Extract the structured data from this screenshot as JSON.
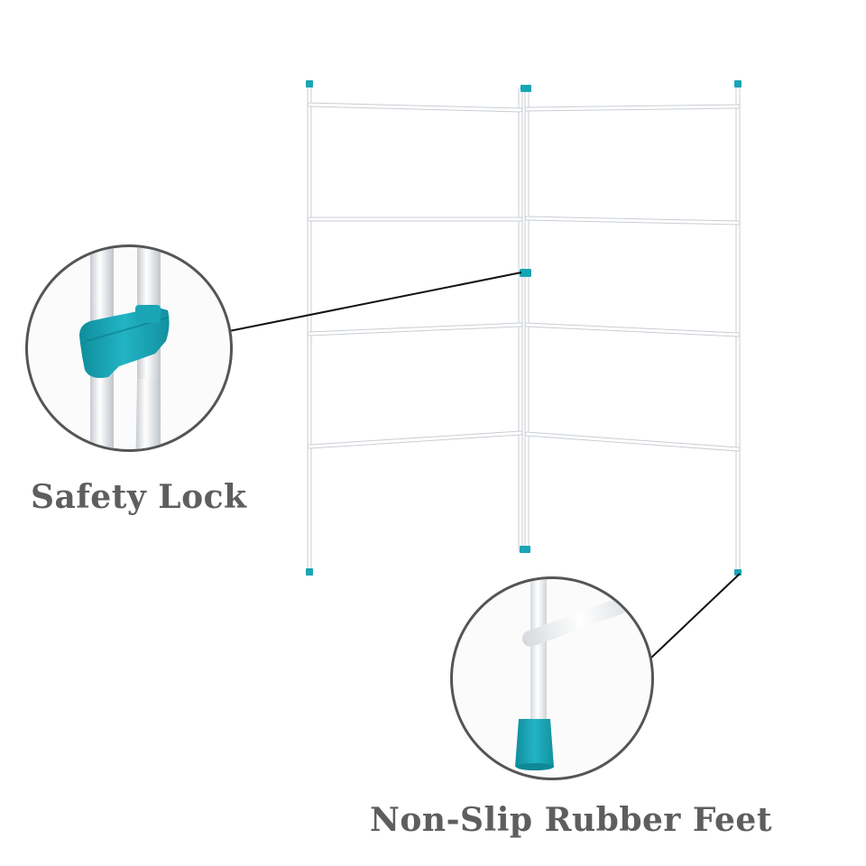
{
  "captions": {
    "safety_lock": "Safety Lock",
    "rubber_feet": "Non-Slip Rubber Feet"
  },
  "colors": {
    "accent_teal": "#1aa5b5",
    "frame_white": "#ffffff",
    "frame_edge": "#c9ced3",
    "caption_gray": "#5e5e5e",
    "callout_line": "#111111",
    "circle_border": "#5a5a5a"
  },
  "features": [
    {
      "name": "safety-lock",
      "icon": "teal-clip-icon"
    },
    {
      "name": "rubber-feet",
      "icon": "teal-foot-cap-icon"
    }
  ]
}
